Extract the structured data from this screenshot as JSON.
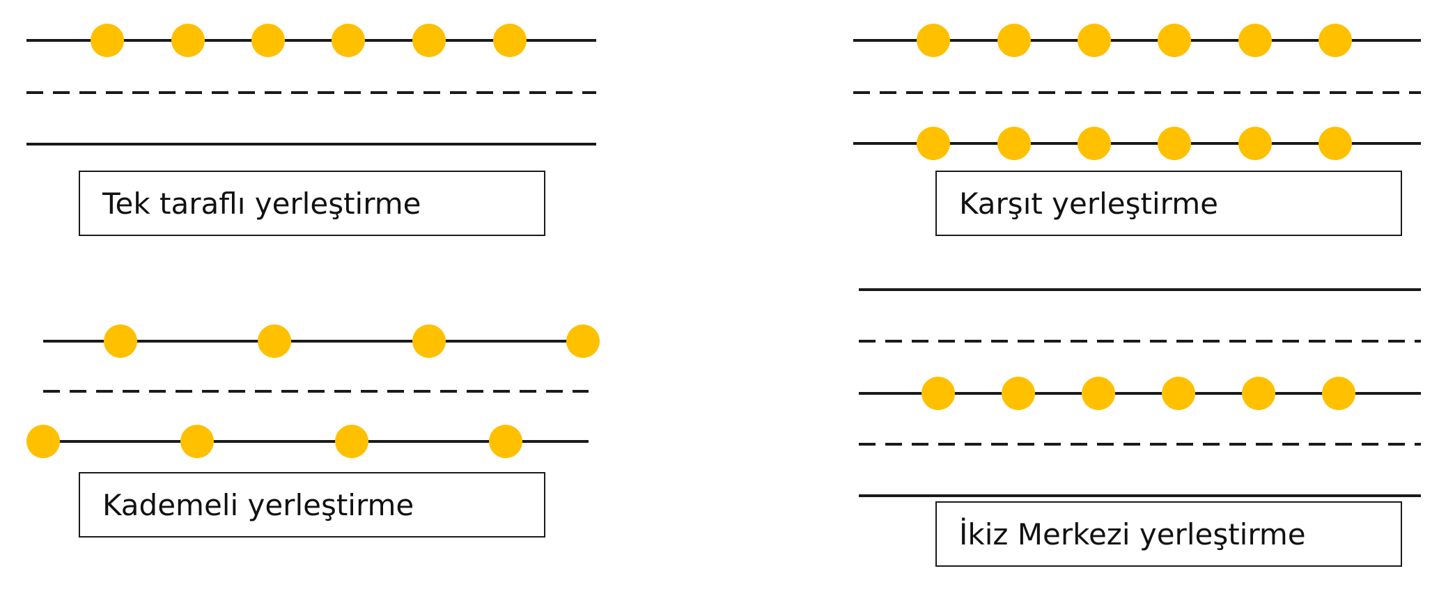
{
  "colors": {
    "line": "#1a1a1a",
    "pole": "#FFC000",
    "background": "#ffffff"
  },
  "layouts": {
    "single_sided": {
      "label": "Tek taraflı yerleştirme"
    },
    "opposite": {
      "label": "Karşıt yerleştirme"
    },
    "staggered": {
      "label": "Kademeli yerleştirme"
    },
    "twin_central": {
      "label": "İkiz Merkezi yerleştirme"
    }
  }
}
